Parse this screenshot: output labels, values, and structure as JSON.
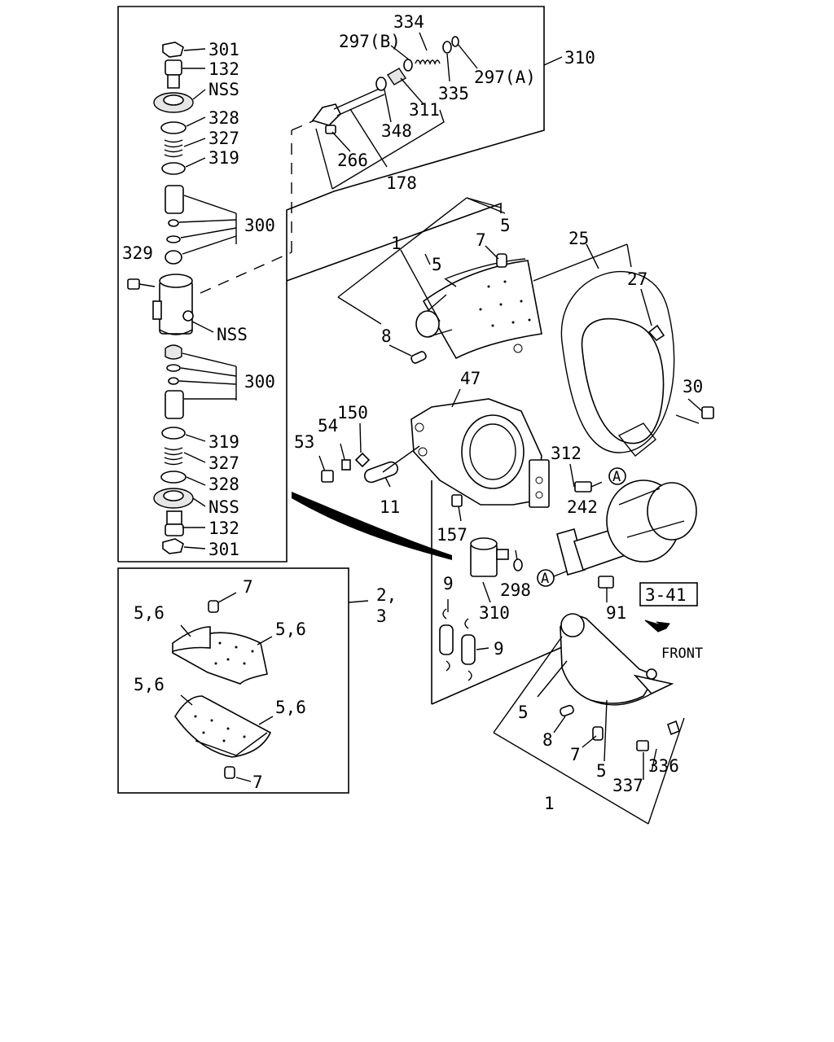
{
  "labels": {
    "l301_top": "301",
    "l132_top": "132",
    "lNSS_top": "NSS",
    "l328_top": "328",
    "l327_top": "327",
    "l319_top": "319",
    "l300_top": "300",
    "l329": "329",
    "lNSS_mid": "NSS",
    "l300_bot": "300",
    "l319_bot": "319",
    "l327_bot": "327",
    "l328_bot": "328",
    "lNSS_bot": "NSS",
    "l132_bot": "132",
    "l301_bot": "301",
    "l334": "334",
    "l297B": "297(B)",
    "l297A": "297(A)",
    "l310_top": "310",
    "l335": "335",
    "l311": "311",
    "l348": "348",
    "l266": "266",
    "l178": "178",
    "l1_upper": "1",
    "l5_upper_a": "5",
    "l7_upper": "7",
    "l5_upper_b": "5",
    "l8_upper": "8",
    "l25": "25",
    "l27": "27",
    "l30": "30",
    "l47": "47",
    "l150": "150",
    "l54": "54",
    "l53": "53",
    "l11": "11",
    "l312": "312",
    "l242": "242",
    "l157": "157",
    "l298": "298",
    "l310_bot": "310",
    "l91": "91",
    "l3_41": "3-41",
    "lFRONT": "FRONT",
    "l9_a": "9",
    "l9_b": "9",
    "l5_lower_a": "5",
    "l8_lower": "8",
    "l7_lower": "7",
    "l5_lower_b": "5",
    "l336": "336",
    "l337": "337",
    "l1_lower": "1",
    "l7_box_top": "7",
    "l2": "2,",
    "l3": "3",
    "l56_a": "5,6",
    "l56_b": "5,6",
    "l56_c": "5,6",
    "l56_d": "5,6",
    "l7_box_bot": "7",
    "circleA_1": "A",
    "circleA_2": "A"
  }
}
